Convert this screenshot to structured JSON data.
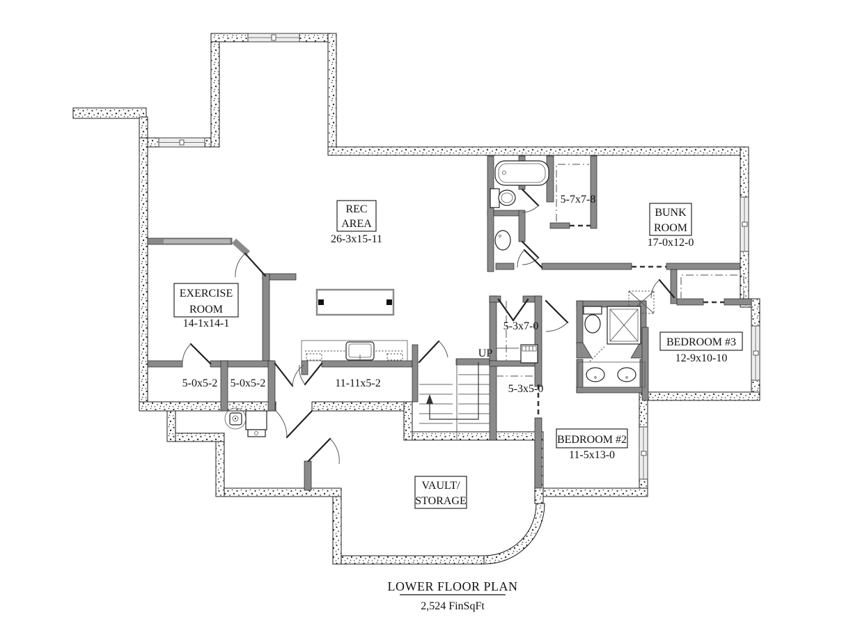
{
  "plan": {
    "title": "LOWER FLOOR PLAN",
    "area": "2,524 FinSqFt",
    "rooms": {
      "rec": {
        "line1": "REC",
        "line2": "AREA",
        "dims": "26-3x15-11"
      },
      "exercise": {
        "line1": "EXERCISE",
        "line2": "ROOM",
        "dims": "14-1x14-1"
      },
      "bunk": {
        "line1": "BUNK",
        "line2": "ROOM",
        "dims": "17-0x12-0"
      },
      "bedroom3": {
        "name": "BEDROOM #3",
        "dims": "12-9x10-10"
      },
      "bedroom2": {
        "name": "BEDROOM #2",
        "dims": "11-5x13-0"
      },
      "vault": {
        "line1": "VAULT/",
        "line2": "STORAGE"
      }
    },
    "spaces": {
      "bath_closet": "5-7x7-8",
      "hall_closet": "5-3x7-0",
      "under_stair": "5-3x5-0",
      "store_a": "5-0x5-2",
      "store_b": "5-0x5-2",
      "hall_store": "11-11x5-2"
    },
    "stairs": {
      "direction": "UP"
    },
    "colors": {
      "wall_interior": "#8a8a8a",
      "line": "#1c1c1c",
      "window": "#efefef",
      "background": "#ffffff"
    }
  }
}
